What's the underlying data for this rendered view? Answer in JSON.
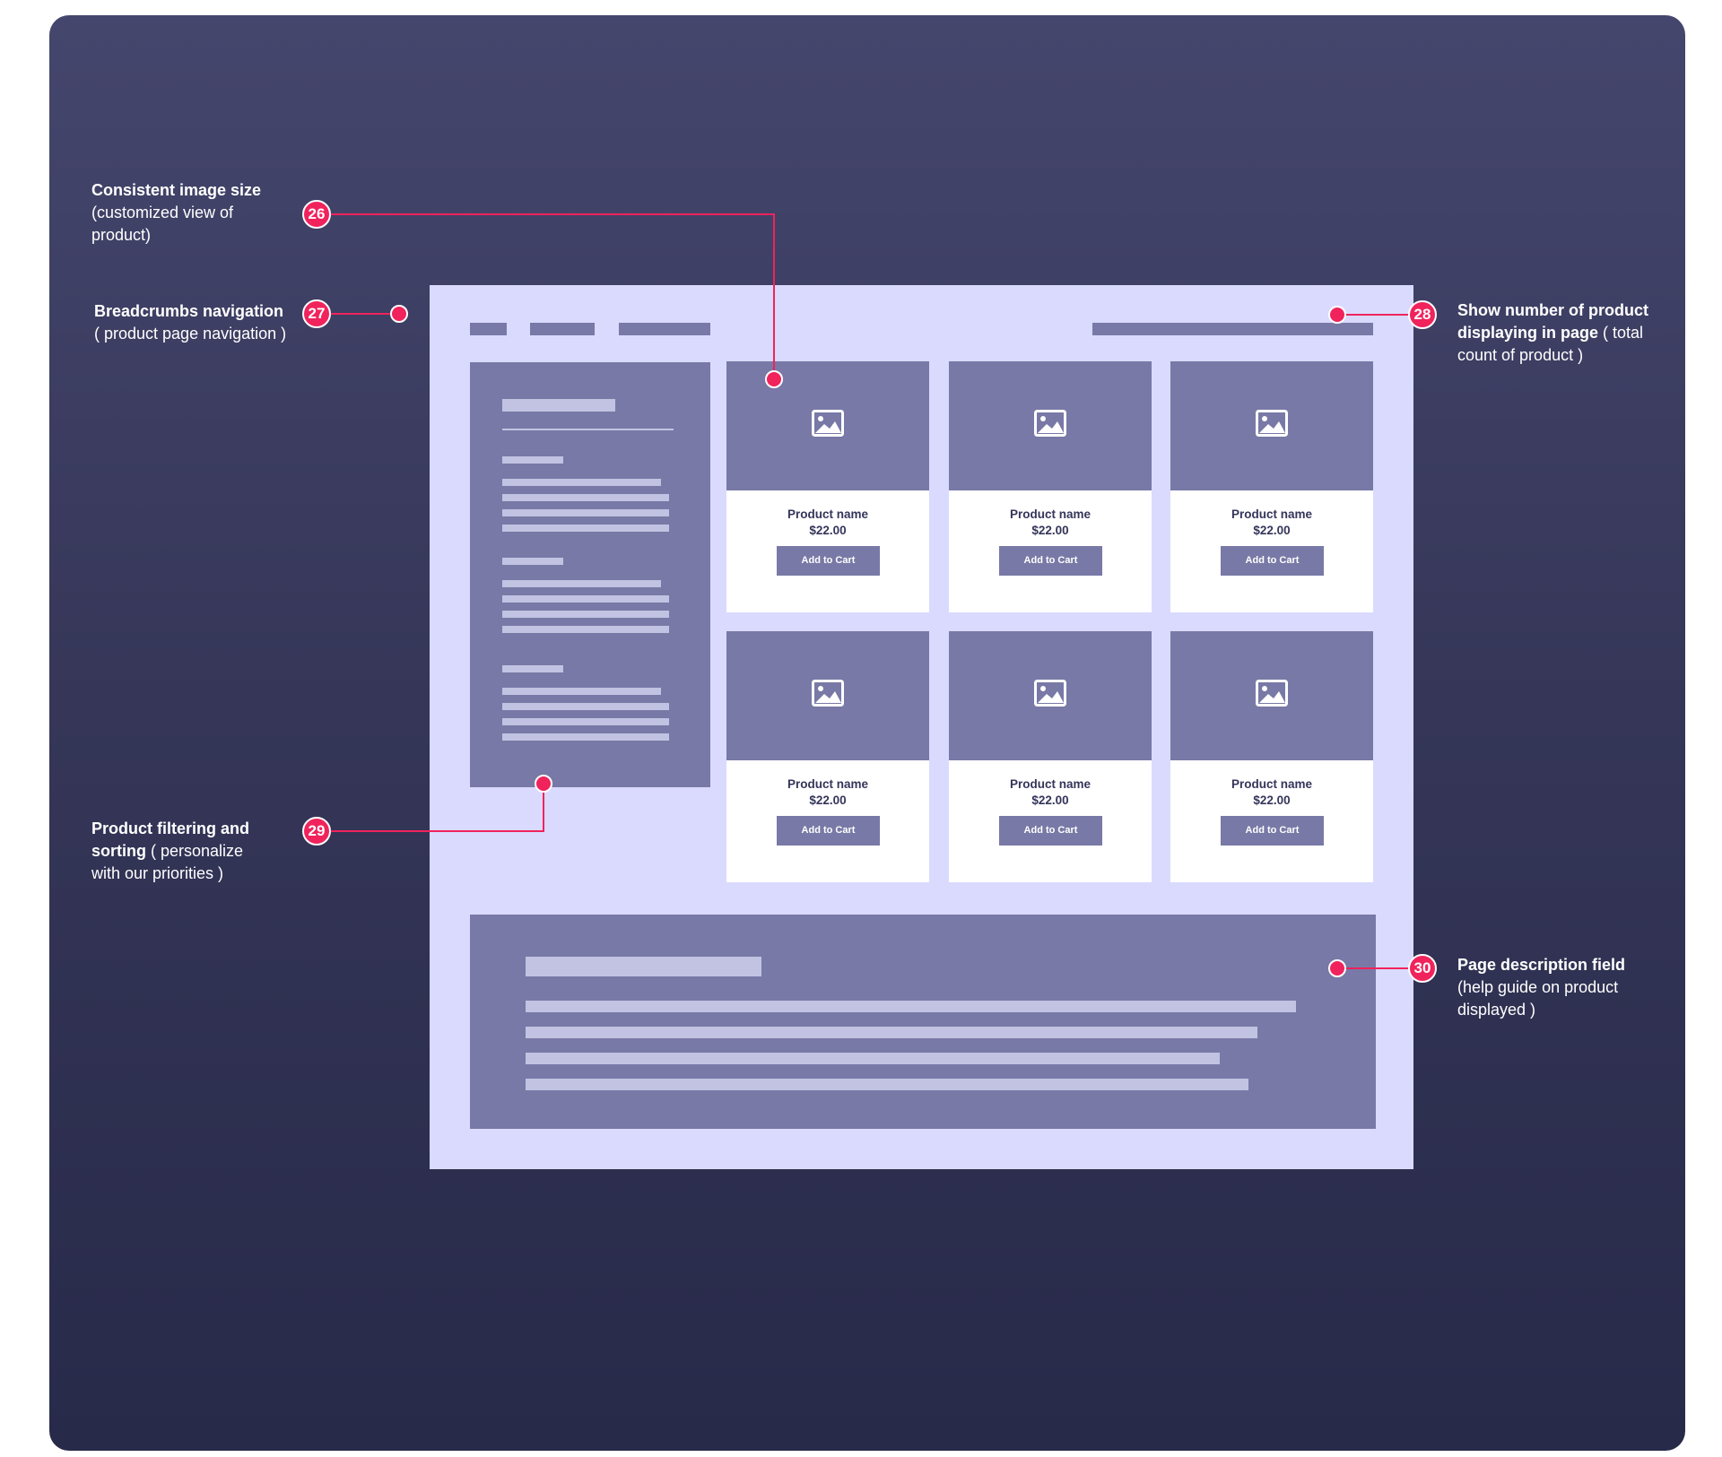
{
  "annotations": {
    "a26": {
      "number": "26",
      "title": "Consistent image size",
      "rest": " (customized view of product)"
    },
    "a27": {
      "number": "27",
      "title": "Breadcrumbs navigation",
      "rest": " ( product page navigation )"
    },
    "a28": {
      "number": "28",
      "title": "Show number of product displaying in page",
      "rest": " ( total count of product )"
    },
    "a29": {
      "number": "29",
      "title": "Product filtering and sorting",
      "rest": " ( personalize with our priorities )"
    },
    "a30": {
      "number": "30",
      "title": "Page description field",
      "rest": " (help guide on product displayed )"
    }
  },
  "products": [
    {
      "name": "Product name",
      "price": "$22.00",
      "button": "Add to Cart"
    },
    {
      "name": "Product name",
      "price": "$22.00",
      "button": "Add to Cart"
    },
    {
      "name": "Product name",
      "price": "$22.00",
      "button": "Add to Cart"
    },
    {
      "name": "Product name",
      "price": "$22.00",
      "button": "Add to Cart"
    },
    {
      "name": "Product name",
      "price": "$22.00",
      "button": "Add to Cart"
    },
    {
      "name": "Product name",
      "price": "$22.00",
      "button": "Add to Cart"
    }
  ],
  "icons": {
    "product_image": "image-icon",
    "marker": "pink-dot-marker"
  },
  "colors": {
    "background_top": "#45466d",
    "background_bottom": "#282a4a",
    "wireframe_bg": "#dadaff",
    "block": "#7879a6",
    "placeholder_line": "#c2c3e2",
    "accent": "#f0235c"
  }
}
